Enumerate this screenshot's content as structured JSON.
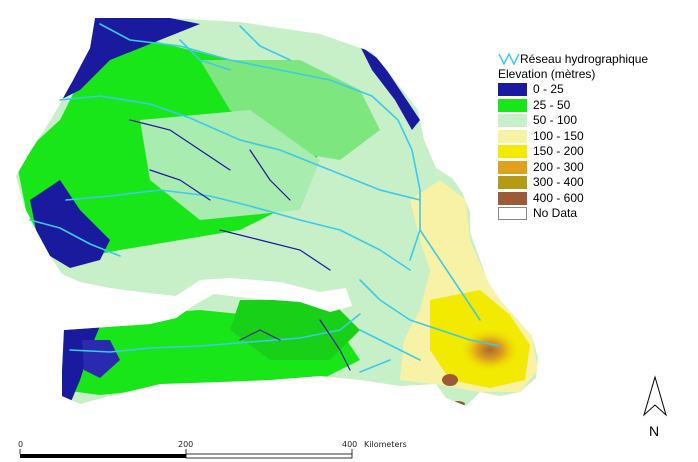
{
  "legend": {
    "river_label": "Réseau hydrographique",
    "title": "Elevation (mètres)",
    "classes": [
      {
        "label": "0 - 25",
        "color": "#1a1a9e"
      },
      {
        "label": "25 - 50",
        "color": "#19e619"
      },
      {
        "label": "50 - 100",
        "color": "#c8f0c8"
      },
      {
        "label": "100 - 150",
        "color": "#f7f2a6"
      },
      {
        "label": "150 - 200",
        "color": "#f2ea00"
      },
      {
        "label": "200 - 300",
        "color": "#e0a21b"
      },
      {
        "label": "300 - 400",
        "color": "#b59a16"
      },
      {
        "label": "400 - 600",
        "color": "#9c5a36"
      },
      {
        "label": "No Data",
        "color": "#ffffff"
      }
    ],
    "river_color": "#3dc9e8"
  },
  "north_arrow": {
    "label": "N"
  },
  "scale": {
    "tick0": "0",
    "tick1": "200",
    "tick2": "400",
    "unit": "Kilometers"
  }
}
